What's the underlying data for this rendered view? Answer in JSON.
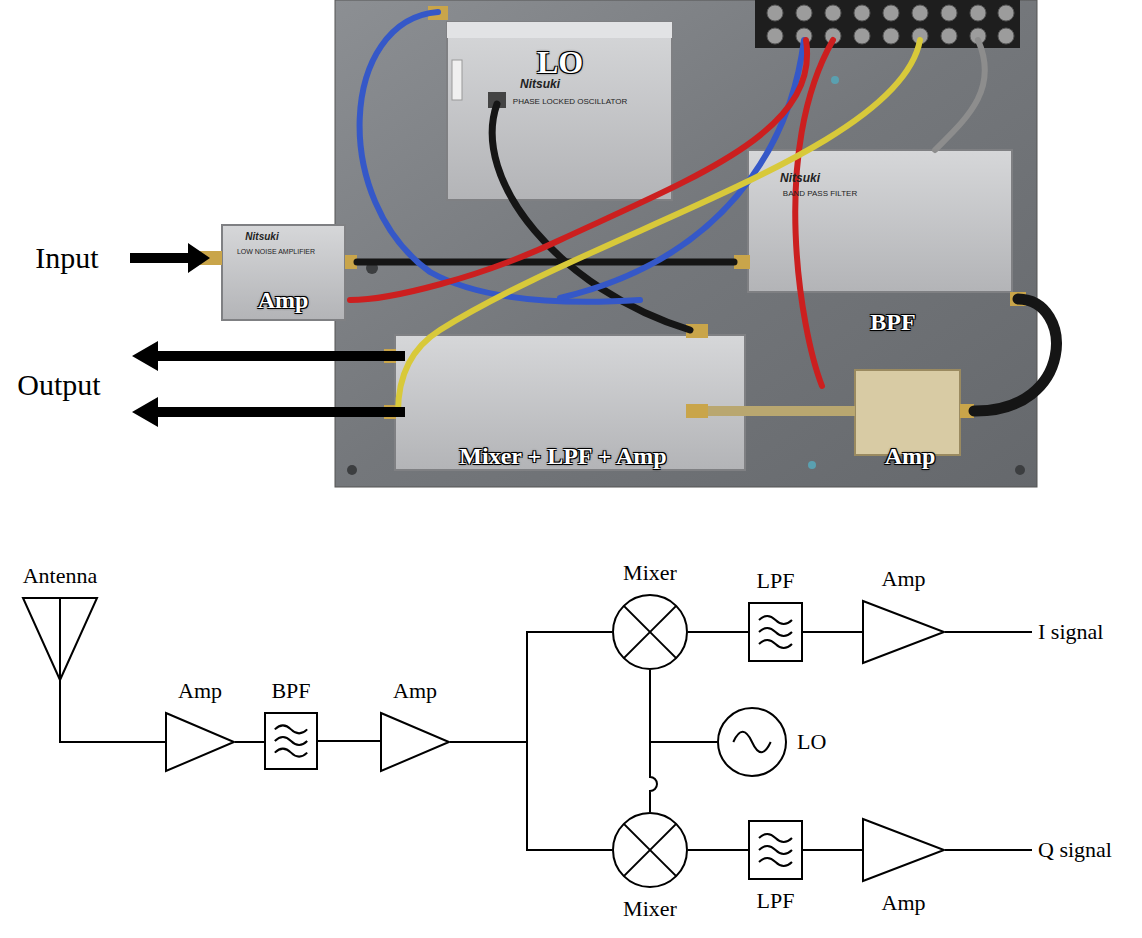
{
  "diagram": {
    "nodes": [
      {
        "text": [
          "Antenna"
        ]
      },
      {
        "text": [
          "Amp"
        ]
      },
      {
        "text": [
          "BPF"
        ]
      },
      {
        "text": [
          "Amp"
        ]
      },
      {
        "text": [
          "Mixer"
        ]
      },
      {
        "text": [
          "LPF"
        ]
      },
      {
        "text": [
          "Amp"
        ]
      },
      {
        "text": [
          "LO"
        ]
      },
      {
        "text": [
          "Mixer"
        ]
      },
      {
        "text": [
          "LPF"
        ]
      },
      {
        "text": [
          "Amp"
        ]
      }
    ],
    "edges": [
      {
        "from": 0,
        "to": 1,
        "arrow": "none"
      },
      {
        "from": 1,
        "to": 2,
        "arrow": "none"
      },
      {
        "from": 2,
        "to": 3,
        "arrow": "none"
      },
      {
        "from": 3,
        "to": 4,
        "arrow": "none"
      },
      {
        "from": 3,
        "to": 8,
        "arrow": "none"
      },
      {
        "from": 4,
        "to": 5,
        "arrow": "none"
      },
      {
        "from": 5,
        "to": 6,
        "arrow": "none"
      },
      {
        "from": 7,
        "to": 4,
        "arrow": "none"
      },
      {
        "from": 7,
        "to": 8,
        "arrow": "none"
      },
      {
        "from": 8,
        "to": 9,
        "arrow": "none"
      },
      {
        "from": 9,
        "to": 10,
        "arrow": "none"
      }
    ],
    "labels": [
      "Input",
      "Output",
      "LO",
      "Amp",
      "BPF",
      "Mixer + LPF + Amp",
      "Amp",
      "Nitsuki",
      "PHASE LOCKED OSCILLATOR",
      "Nitsuki",
      "BAND PASS FILTER",
      "Nitsuki",
      "LOW NOISE AMPLIFIER",
      "I signal",
      "Q signal"
    ]
  }
}
